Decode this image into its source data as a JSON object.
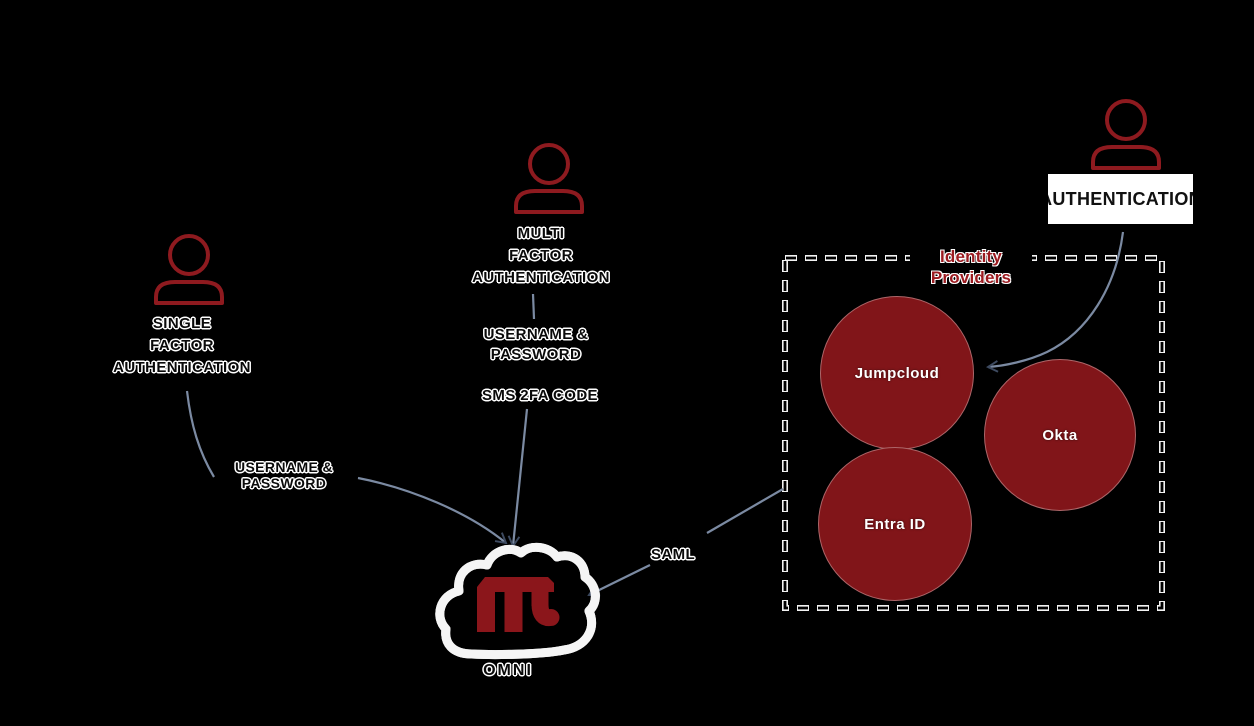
{
  "colors": {
    "background": "#000000",
    "provider_node_fill": "#811519",
    "person_stroke": "#8E1A1F",
    "identity_title_red": "#9C1B20",
    "omni_logo_red": "#8B161B",
    "connector_line": "#7b8aa2",
    "arrowhead": "#3d4a60",
    "auth_box_bg": "#ffffff",
    "label_text": "#0a0a0a",
    "label_halo": "#ffffff"
  },
  "actors": {
    "single_factor": {
      "icon": "user-icon",
      "label_lines": [
        "SINGLE",
        "FACTOR",
        "AUTHENTICATION"
      ]
    },
    "multi_factor": {
      "icon": "user-icon",
      "label_lines": [
        "MULTI",
        "FACTOR",
        "AUTHENTICATION"
      ]
    },
    "sso_user": {
      "icon": "user-icon",
      "label": "AUTHENTICATION"
    }
  },
  "flow_labels": {
    "sfa_credentials_lines": [
      "USERNAME &",
      "PASSWORD"
    ],
    "mfa_credentials_lines": [
      "USERNAME &",
      "PASSWORD"
    ],
    "mfa_sms_code": "SMS 2FA CODE",
    "saml": "SAML"
  },
  "identity_providers": {
    "title_lines": [
      "Identity",
      "Providers"
    ],
    "nodes": [
      {
        "label": "Jumpcloud"
      },
      {
        "label": "Okta"
      },
      {
        "label": "Entra ID"
      }
    ]
  },
  "destination": {
    "icon": "cloud-icon",
    "logo_icon": "omni-m-logo",
    "label": "OMNI"
  }
}
